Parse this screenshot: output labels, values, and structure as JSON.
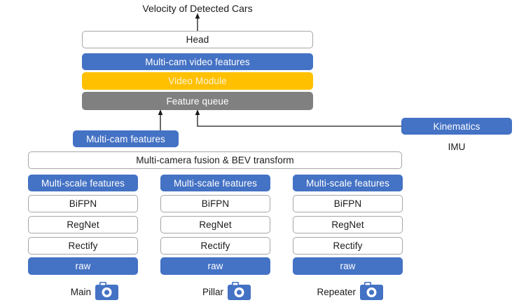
{
  "diagram": {
    "title": "Velocity of Detected Cars",
    "colors": {
      "blue": "#4472C4",
      "amber": "#FFC000",
      "gray": "#808080",
      "white": "#FFFFFF",
      "border": "#A6A6A6",
      "text": "#1A1A1A",
      "arrow": "#1A1A1A"
    },
    "main_stack": [
      {
        "label": "Head",
        "style": "white"
      },
      {
        "label": "Multi-cam video features",
        "style": "blue"
      },
      {
        "label": "Video Module",
        "style": "amber"
      },
      {
        "label": "Feature queue",
        "style": "gray"
      }
    ],
    "multi_cam_features": {
      "label": "Multi-cam features",
      "style": "blue"
    },
    "fusion": {
      "label": "Multi-camera fusion & BEV transform",
      "style": "white"
    },
    "kinematics": {
      "label": "Kinematics",
      "style": "blue"
    },
    "imu_label": "IMU",
    "backbone_rows": [
      {
        "label": "Multi-scale features",
        "style": "blue"
      },
      {
        "label": "BiFPN",
        "style": "white"
      },
      {
        "label": "RegNet",
        "style": "white"
      },
      {
        "label": "Rectify",
        "style": "white"
      },
      {
        "label": "raw",
        "style": "blue"
      }
    ],
    "cameras": [
      {
        "name": "Main",
        "icon": "camera-icon"
      },
      {
        "name": "Pillar",
        "icon": "camera-icon"
      },
      {
        "name": "Repeater",
        "icon": "camera-icon"
      }
    ],
    "columns": [
      {
        "key": "main",
        "rows": [
          "Multi-scale features",
          "BiFPN",
          "RegNet",
          "Rectify",
          "raw"
        ]
      },
      {
        "key": "pillar",
        "rows": [
          "Multi-scale features",
          "BiFPN",
          "RegNet",
          "Rectify",
          "raw"
        ]
      },
      {
        "key": "repeater",
        "rows": [
          "Multi-scale features",
          "BiFPN",
          "RegNet",
          "Rectify",
          "raw"
        ]
      }
    ]
  }
}
